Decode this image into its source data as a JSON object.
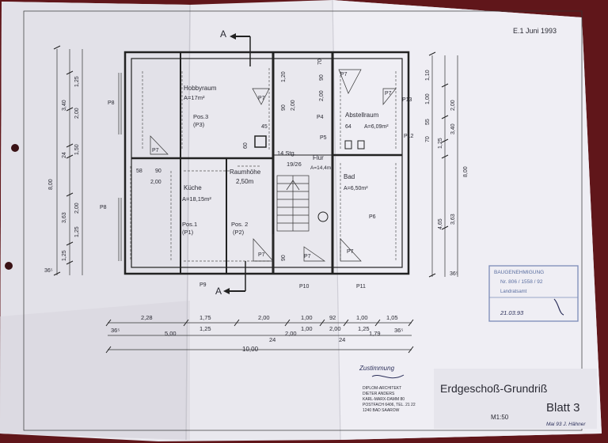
{
  "sheet": {
    "title": "Erdgeschoß-Grundriß",
    "sheet_no": "Blatt 3",
    "scale": "M1:50",
    "date_corner": "E.1 Juni 1993",
    "section_marker": "A"
  },
  "rooms": {
    "hobby": {
      "name": "Hobbyraum",
      "area": "A=17m²",
      "pos": "Pos.3",
      "pos_code": "(P3)"
    },
    "kueche": {
      "name": "Küche",
      "area": "A=18,15m²",
      "pos": "Pos.1",
      "pos_code": "(P1)"
    },
    "raumhoehe": {
      "label": "Raumhöhe",
      "value": "2,50m",
      "pos": "Pos. 2",
      "pos_code": "(P2)"
    },
    "stair": {
      "label": "14 Stg.",
      "ratio": "19/26"
    },
    "flur": {
      "name": "Flur",
      "area": "A=14,4m²"
    },
    "abstell": {
      "name": "Abstellraum",
      "area": "A=6,09m²"
    },
    "bad": {
      "name": "Bad",
      "area": "A=6,50m²"
    }
  },
  "posts": [
    "P8",
    "P7",
    "P7",
    "P7",
    "P7",
    "P7",
    "P4",
    "P5",
    "P13",
    "P12",
    "P8",
    "P6",
    "P7",
    "P7",
    "P9",
    "P10",
    "P11"
  ],
  "dims": {
    "left": [
      "8,00",
      "3,40",
      "2,00",
      "1,25",
      "1,50",
      "3,63",
      "2,00",
      "1,25",
      "1,25",
      "36⁵",
      "24"
    ],
    "inner": [
      "58",
      "90",
      "2,00",
      "60",
      "45",
      "90",
      "1,20",
      "2,00",
      "2,00",
      "90",
      "90",
      "64",
      "70"
    ],
    "right": [
      "1,10",
      "2,00",
      "1,00",
      "3,40",
      "55",
      "1,25",
      "70",
      "8,00",
      "4,65",
      "3,63",
      "36⁵"
    ],
    "bottom_row1": [
      "2,28",
      "1,75",
      "2,00",
      "1,00",
      "92",
      "1,00",
      "1,05"
    ],
    "bottom_row2": [
      "1,25",
      "1,00",
      "2,00",
      "1,25"
    ],
    "bottom_row3": [
      "36⁵",
      "5,00",
      "24",
      "2,00",
      "24",
      "1,79",
      "36⁵"
    ],
    "bottom_total": "10,00"
  },
  "stamp": {
    "title": "BAUGENEHMIGUNG",
    "number": "Nr. 806 / 1558 / 92",
    "subtitle": "Landratsamt",
    "date": "21.03.93"
  },
  "architect": {
    "handwritten": "Zustimmung",
    "line1": "DIPLOM-ARCHITEKT",
    "line2": "DIETER ANDERS",
    "line3": "KARL-MARX-DAMM 80",
    "line4": "POSTFACH 6406, TEL. 21 22",
    "line5": "1240 BAD SAAROW"
  },
  "signature_note": "Mai 93  J. Hähner"
}
